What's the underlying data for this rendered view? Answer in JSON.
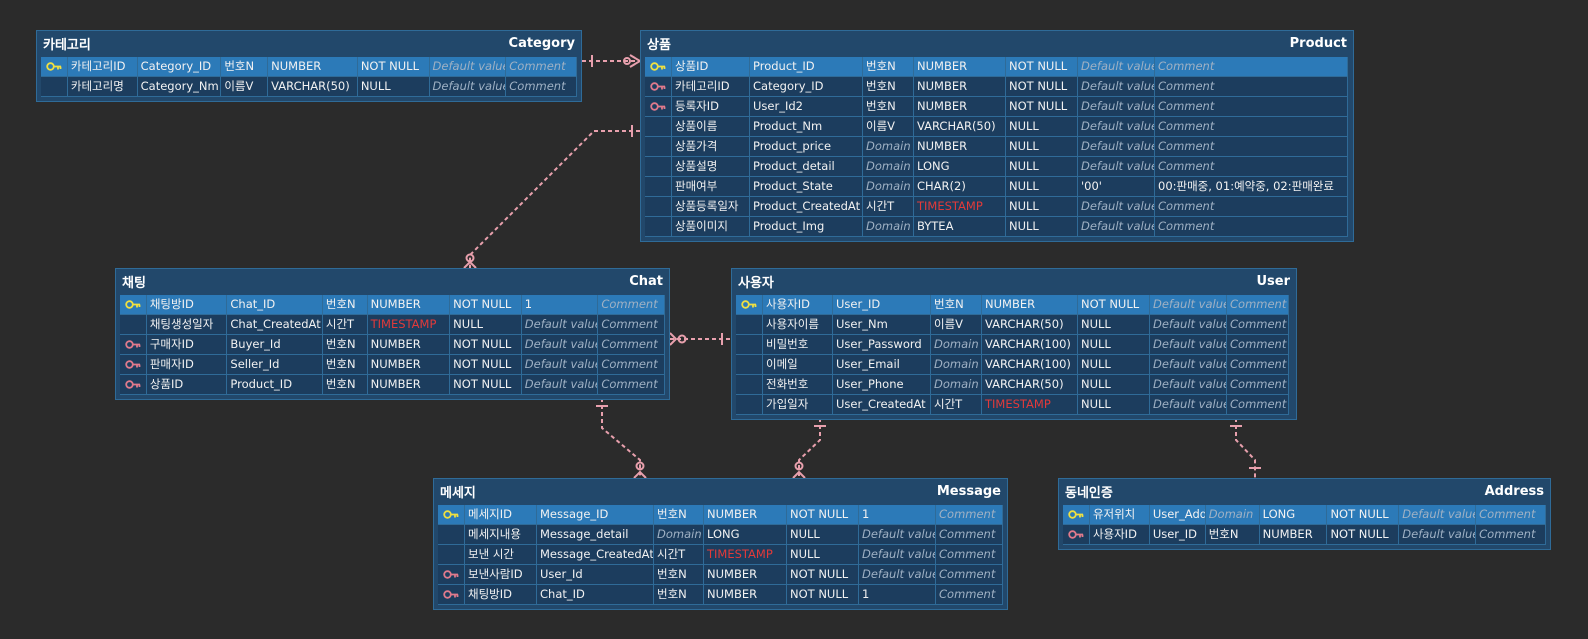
{
  "colors": {
    "background": "#2b2b2b",
    "entity_bg": "#22486b",
    "pk_row": "#2c7ab8",
    "row": "#1c3d5e",
    "relation_line": "#e8a0ad",
    "pk_key": "#f0e040",
    "fk_key": "#e07a8c",
    "timestamp": "#e23a3a"
  },
  "entities": {
    "category": {
      "kr_name": "카테고리",
      "en_name": "Category",
      "rows": [
        [
          "pk",
          "카테고리ID",
          "Category_ID",
          "번호N",
          "NUMBER",
          "NOT NULL",
          "Default value",
          "Comment"
        ],
        [
          "",
          "카테고리명",
          "Category_Nm",
          "이름V",
          "VARCHAR(50)",
          "NULL",
          "Default value",
          "Comment"
        ]
      ]
    },
    "product": {
      "kr_name": "상품",
      "en_name": "Product",
      "rows": [
        [
          "pk",
          "상품ID",
          "Product_ID",
          "번호N",
          "NUMBER",
          "NOT NULL",
          "Default value",
          "Comment"
        ],
        [
          "fk",
          "카테고리ID",
          "Category_ID",
          "번호N",
          "NUMBER",
          "NOT NULL",
          "Default value",
          "Comment"
        ],
        [
          "fk",
          "등록자ID",
          "User_Id2",
          "번호N",
          "NUMBER",
          "NOT NULL",
          "Default value",
          "Comment"
        ],
        [
          "",
          "상품이름",
          "Product_Nm",
          "이름V",
          "VARCHAR(50)",
          "NULL",
          "Default value",
          "Comment"
        ],
        [
          "",
          "상품가격",
          "Product_price",
          "Domain",
          "NUMBER",
          "NULL",
          "Default value",
          "Comment"
        ],
        [
          "",
          "상품설명",
          "Product_detail",
          "Domain",
          "LONG",
          "NULL",
          "Default value",
          "Comment"
        ],
        [
          "",
          "판매여부",
          "Product_State",
          "Domain",
          "CHAR(2)",
          "NULL",
          "'00'",
          "00:판매중, 01:예약중, 02:판매완료"
        ],
        [
          "",
          "상품등록일자",
          "Product_CreatedAt",
          "시간T",
          "TIMESTAMP",
          "NULL",
          "Default value",
          "Comment"
        ],
        [
          "",
          "상품이미지",
          "Product_Img",
          "Domain",
          "BYTEA",
          "NULL",
          "Default value",
          "Comment"
        ]
      ]
    },
    "chat": {
      "kr_name": "채팅",
      "en_name": "Chat",
      "rows": [
        [
          "pk",
          "채팅방ID",
          "Chat_ID",
          "번호N",
          "NUMBER",
          "NOT NULL",
          "1",
          "Comment"
        ],
        [
          "",
          "채팅생성일자",
          "Chat_CreatedAt",
          "시간T",
          "TIMESTAMP",
          "NULL",
          "Default value",
          "Comment"
        ],
        [
          "fk",
          "구매자ID",
          "Buyer_Id",
          "번호N",
          "NUMBER",
          "NOT NULL",
          "Default value",
          "Comment"
        ],
        [
          "fk",
          "판매자ID",
          "Seller_Id",
          "번호N",
          "NUMBER",
          "NOT NULL",
          "Default value",
          "Comment"
        ],
        [
          "fk",
          "상품ID",
          "Product_ID",
          "번호N",
          "NUMBER",
          "NOT NULL",
          "Default value",
          "Comment"
        ]
      ]
    },
    "user": {
      "kr_name": "사용자",
      "en_name": "User",
      "rows": [
        [
          "pk",
          "사용자ID",
          "User_ID",
          "번호N",
          "NUMBER",
          "NOT NULL",
          "Default value",
          "Comment"
        ],
        [
          "",
          "사용자이름",
          "User_Nm",
          "이름V",
          "VARCHAR(50)",
          "NULL",
          "Default value",
          "Comment"
        ],
        [
          "",
          "비밀번호",
          "User_Password",
          "Domain",
          "VARCHAR(100)",
          "NULL",
          "Default value",
          "Comment"
        ],
        [
          "",
          "이메일",
          "User_Email",
          "Domain",
          "VARCHAR(100)",
          "NULL",
          "Default value",
          "Comment"
        ],
        [
          "",
          "전화번호",
          "User_Phone",
          "Domain",
          "VARCHAR(50)",
          "NULL",
          "Default value",
          "Comment"
        ],
        [
          "",
          "가입일자",
          "User_CreatedAt",
          "시간T",
          "TIMESTAMP",
          "NULL",
          "Default value",
          "Comment"
        ]
      ]
    },
    "message": {
      "kr_name": "메세지",
      "en_name": "Message",
      "rows": [
        [
          "pk",
          "메세지ID",
          "Message_ID",
          "번호N",
          "NUMBER",
          "NOT NULL",
          "1",
          "Comment"
        ],
        [
          "",
          "메세지내용",
          "Message_detail",
          "Domain",
          "LONG",
          "NULL",
          "Default value",
          "Comment"
        ],
        [
          "",
          "보낸 시간",
          "Message_CreatedAt",
          "시간T",
          "TIMESTAMP",
          "NULL",
          "Default value",
          "Comment"
        ],
        [
          "fk",
          "보낸사람ID",
          "User_Id",
          "번호N",
          "NUMBER",
          "NOT NULL",
          "Default value",
          "Comment"
        ],
        [
          "fk",
          "채팅방ID",
          "Chat_ID",
          "번호N",
          "NUMBER",
          "NOT NULL",
          "1",
          "Comment"
        ]
      ]
    },
    "address": {
      "kr_name": "동네인증",
      "en_name": "Address",
      "rows": [
        [
          "pk",
          "유저위치",
          "User_Add",
          "Domain",
          "LONG",
          "NOT NULL",
          "Default value",
          "Comment"
        ],
        [
          "fk",
          "사용자ID",
          "User_ID",
          "번호N",
          "NUMBER",
          "NOT NULL",
          "Default value",
          "Comment"
        ]
      ]
    }
  },
  "relations": [
    {
      "from": "category",
      "to": "product",
      "cardinality": "one-to-many"
    },
    {
      "from": "product",
      "to": "chat",
      "cardinality": "one-to-many"
    },
    {
      "from": "chat",
      "to": "user",
      "cardinality": "many-to-one"
    },
    {
      "from": "chat",
      "to": "message",
      "cardinality": "one-to-many"
    },
    {
      "from": "user",
      "to": "message",
      "cardinality": "one-to-many"
    },
    {
      "from": "user",
      "to": "address",
      "cardinality": "one-to-one"
    }
  ]
}
